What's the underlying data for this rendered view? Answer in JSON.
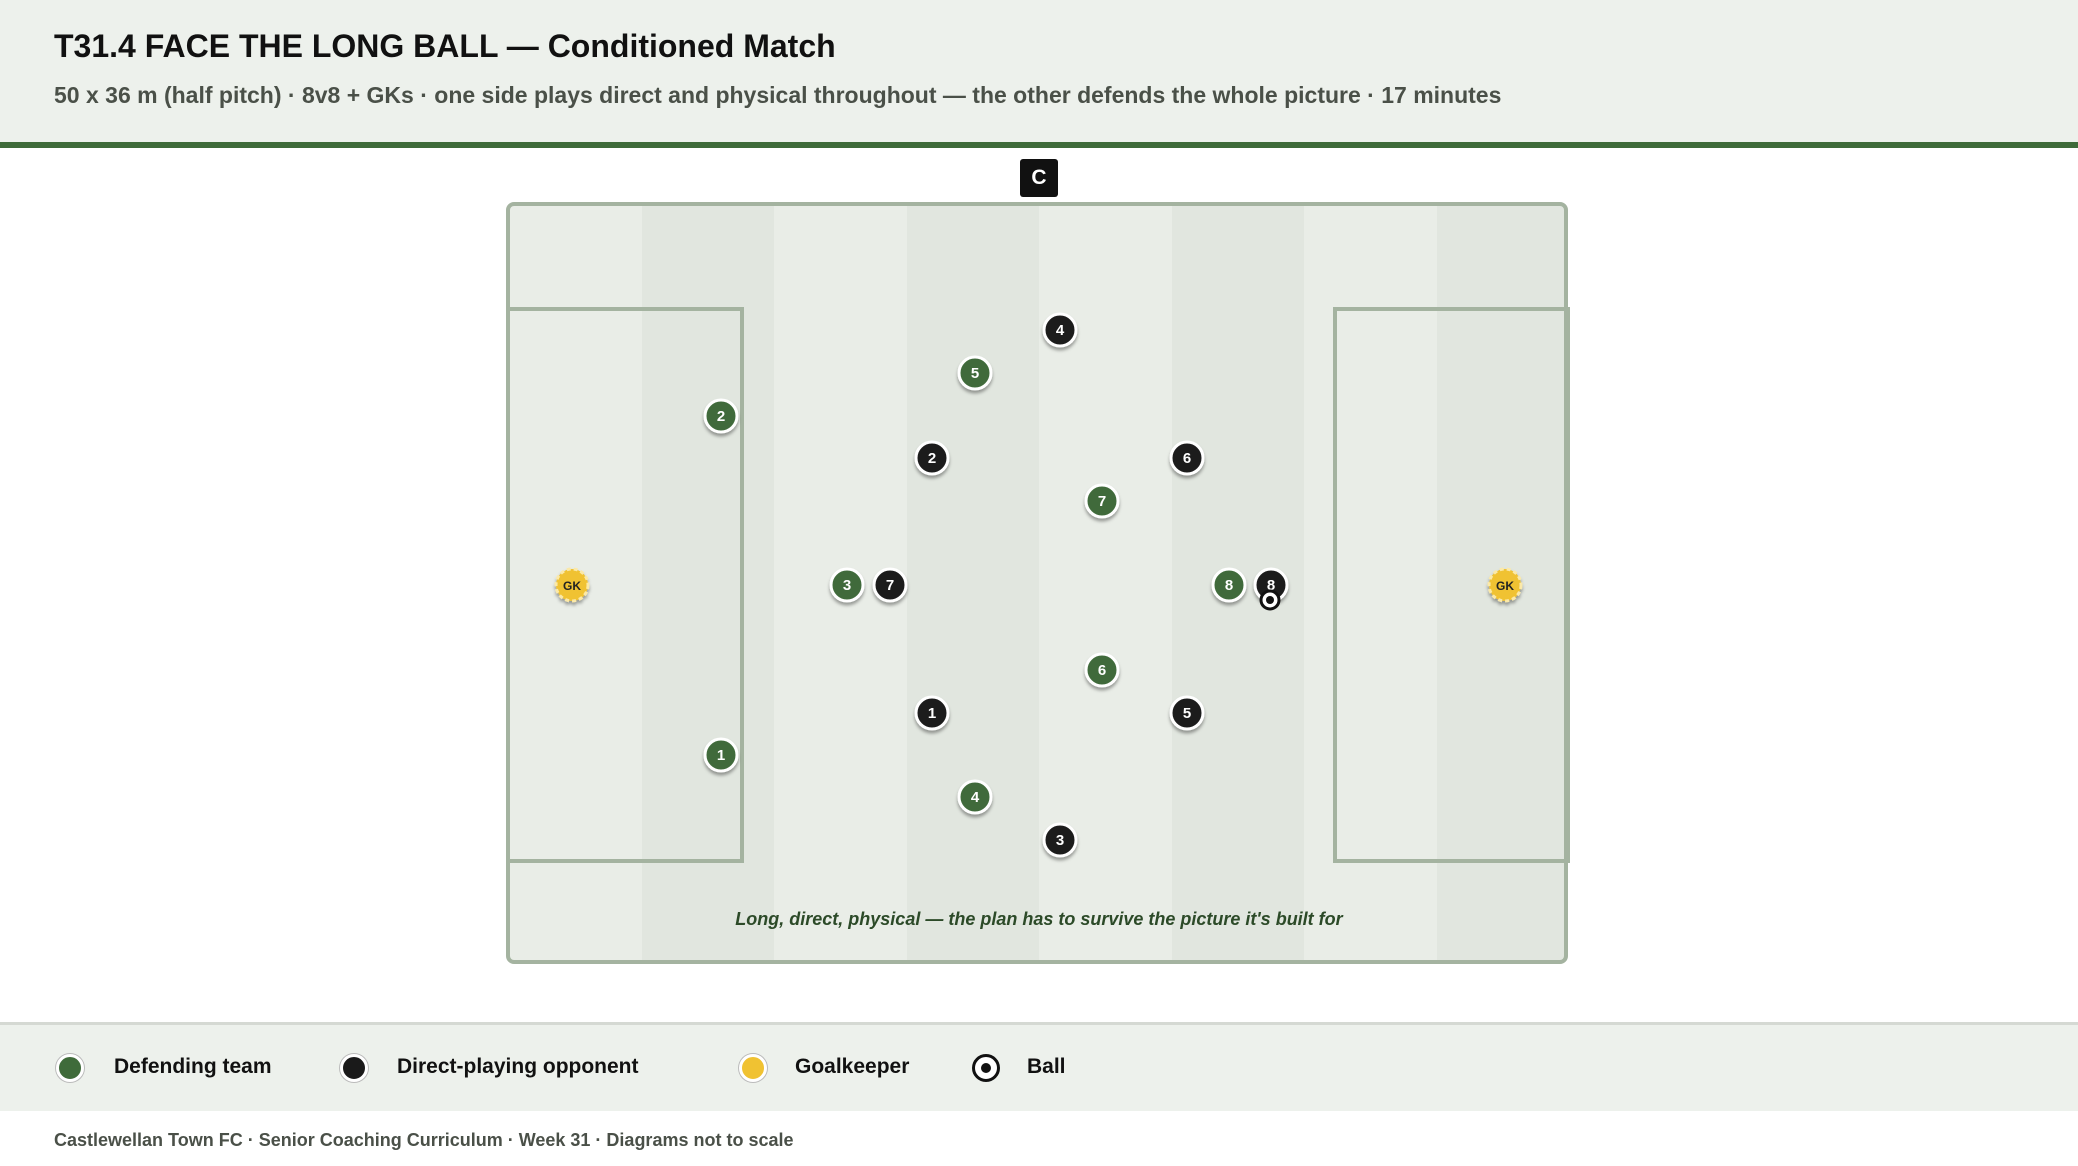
{
  "header": {
    "title": "T31.4 FACE THE LONG BALL — Conditioned Match",
    "subtitle": "50 x 36 m (half pitch) · 8v8 + GKs · one side plays direct and physical throughout — the other defends the whole picture · 17 minutes"
  },
  "coach_label": "C",
  "pitch": {
    "caption": "Long, direct, physical — the plan has to survive the picture it's built for"
  },
  "players": {
    "defending": [
      "2",
      "5",
      "3",
      "7",
      "8",
      "6",
      "1",
      "4"
    ],
    "opponent": [
      "4",
      "2",
      "6",
      "7",
      "8",
      "1",
      "5",
      "3"
    ],
    "goalkeepers": [
      "GK",
      "GK"
    ]
  },
  "legend": {
    "defending": "Defending team",
    "opponent": "Direct-playing opponent",
    "goalkeeper": "Goalkeeper",
    "ball": "Ball"
  },
  "colors": {
    "defending": "#3f6b3a",
    "opponent": "#1a1a1a",
    "goalkeeper": "#f0c232",
    "pitch_line": "#a4b3a0",
    "accent": "#3f6b3a"
  },
  "footer": "Castlewellan Town FC · Senior Coaching Curriculum · Week 31 · Diagrams not to scale"
}
